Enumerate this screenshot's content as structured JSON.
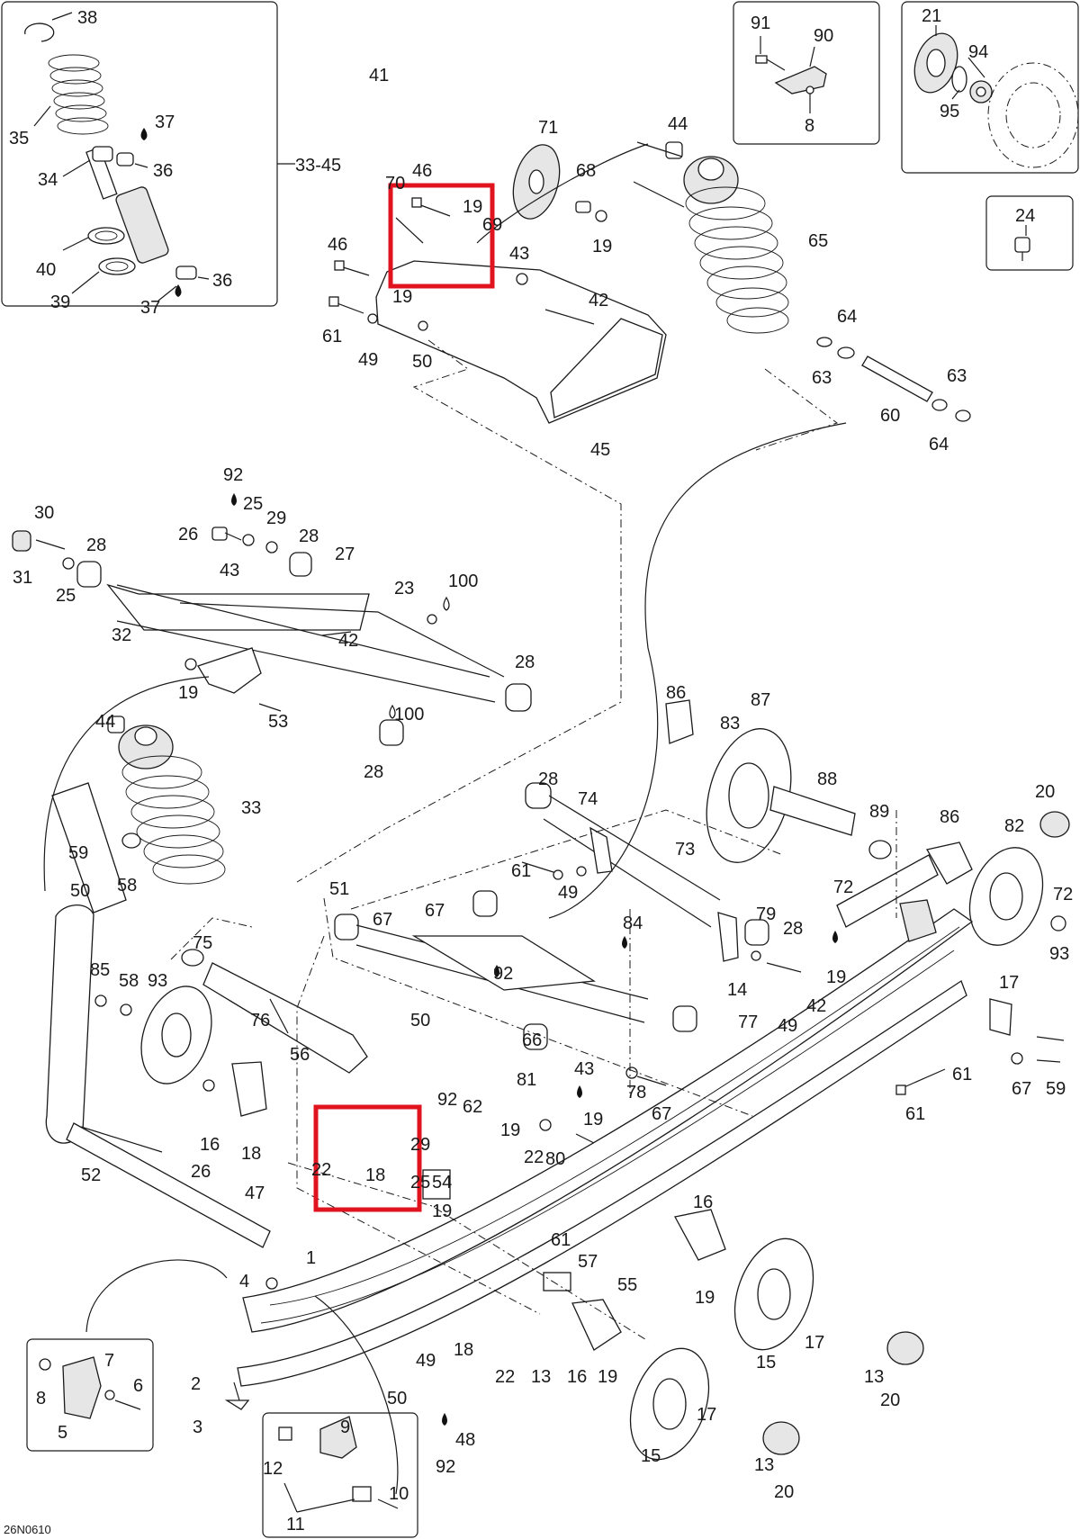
{
  "drawing_code": "26N0610",
  "colors": {
    "highlight": "#e0141e",
    "ink": "#1a1a1a"
  },
  "labels": [
    {
      "id": "l38",
      "text": "38"
    },
    {
      "id": "l41",
      "text": "41"
    },
    {
      "id": "l35",
      "text": "35"
    },
    {
      "id": "l37a",
      "text": "37"
    },
    {
      "id": "l34",
      "text": "34"
    },
    {
      "id": "l36a",
      "text": "36"
    },
    {
      "id": "l3345",
      "text": "33-45"
    },
    {
      "id": "l40",
      "text": "40"
    },
    {
      "id": "l39",
      "text": "39"
    },
    {
      "id": "l37b",
      "text": "37"
    },
    {
      "id": "l36b",
      "text": "36"
    },
    {
      "id": "l91",
      "text": "91"
    },
    {
      "id": "l90",
      "text": "90"
    },
    {
      "id": "l8a",
      "text": "8"
    },
    {
      "id": "l21",
      "text": "21"
    },
    {
      "id": "l94",
      "text": "94"
    },
    {
      "id": "l95",
      "text": "95"
    },
    {
      "id": "l24",
      "text": "24"
    },
    {
      "id": "l71",
      "text": "71"
    },
    {
      "id": "l44a",
      "text": "44"
    },
    {
      "id": "l68",
      "text": "68"
    },
    {
      "id": "l46a",
      "text": "46"
    },
    {
      "id": "l70",
      "text": "70"
    },
    {
      "id": "l19a",
      "text": "19"
    },
    {
      "id": "l69",
      "text": "69"
    },
    {
      "id": "l43a",
      "text": "43"
    },
    {
      "id": "l19b",
      "text": "19"
    },
    {
      "id": "l46b",
      "text": "46"
    },
    {
      "id": "l19c",
      "text": "19"
    },
    {
      "id": "l42a",
      "text": "42"
    },
    {
      "id": "l65",
      "text": "65"
    },
    {
      "id": "l61a",
      "text": "61"
    },
    {
      "id": "l49a",
      "text": "49"
    },
    {
      "id": "l50a",
      "text": "50"
    },
    {
      "id": "l64a",
      "text": "64"
    },
    {
      "id": "l63a",
      "text": "63"
    },
    {
      "id": "l63b",
      "text": "63"
    },
    {
      "id": "l60",
      "text": "60"
    },
    {
      "id": "l64b",
      "text": "64"
    },
    {
      "id": "l45",
      "text": "45"
    },
    {
      "id": "l92a",
      "text": "92"
    },
    {
      "id": "l25a",
      "text": "25"
    },
    {
      "id": "l30",
      "text": "30"
    },
    {
      "id": "l26a",
      "text": "26"
    },
    {
      "id": "l29a",
      "text": "29"
    },
    {
      "id": "l28a",
      "text": "28"
    },
    {
      "id": "l28b",
      "text": "28"
    },
    {
      "id": "l27",
      "text": "27"
    },
    {
      "id": "l31",
      "text": "31"
    },
    {
      "id": "l25b",
      "text": "25"
    },
    {
      "id": "l43b",
      "text": "43"
    },
    {
      "id": "l23",
      "text": "23"
    },
    {
      "id": "l100a",
      "text": "100"
    },
    {
      "id": "l32",
      "text": "32"
    },
    {
      "id": "l42b",
      "text": "42"
    },
    {
      "id": "l28c",
      "text": "28"
    },
    {
      "id": "l19d",
      "text": "19"
    },
    {
      "id": "l100b",
      "text": "100"
    },
    {
      "id": "l53",
      "text": "53"
    },
    {
      "id": "l44b",
      "text": "44"
    },
    {
      "id": "l28d",
      "text": "28"
    },
    {
      "id": "l86a",
      "text": "86"
    },
    {
      "id": "l87",
      "text": "87"
    },
    {
      "id": "l83",
      "text": "83"
    },
    {
      "id": "l33",
      "text": "33"
    },
    {
      "id": "l28e",
      "text": "28"
    },
    {
      "id": "l74",
      "text": "74"
    },
    {
      "id": "l88",
      "text": "88"
    },
    {
      "id": "l20a",
      "text": "20"
    },
    {
      "id": "l89",
      "text": "89"
    },
    {
      "id": "l86b",
      "text": "86"
    },
    {
      "id": "l82",
      "text": "82"
    },
    {
      "id": "l59a",
      "text": "59"
    },
    {
      "id": "l58a",
      "text": "58"
    },
    {
      "id": "l73",
      "text": "73"
    },
    {
      "id": "l61b",
      "text": "61"
    },
    {
      "id": "l49b",
      "text": "49"
    },
    {
      "id": "l50b",
      "text": "50"
    },
    {
      "id": "l51",
      "text": "51"
    },
    {
      "id": "l67a",
      "text": "67"
    },
    {
      "id": "l67b",
      "text": "67"
    },
    {
      "id": "l72a",
      "text": "72"
    },
    {
      "id": "l72b",
      "text": "72"
    },
    {
      "id": "l79",
      "text": "79"
    },
    {
      "id": "l84",
      "text": "84"
    },
    {
      "id": "l28f",
      "text": "28"
    },
    {
      "id": "l93a",
      "text": "93"
    },
    {
      "id": "l75",
      "text": "75"
    },
    {
      "id": "l92b",
      "text": "92"
    },
    {
      "id": "l85",
      "text": "85"
    },
    {
      "id": "l58b",
      "text": "58"
    },
    {
      "id": "l93b",
      "text": "93"
    },
    {
      "id": "l19e",
      "text": "19"
    },
    {
      "id": "l17a",
      "text": "17"
    },
    {
      "id": "l14",
      "text": "14"
    },
    {
      "id": "l42c",
      "text": "42"
    },
    {
      "id": "l77",
      "text": "77"
    },
    {
      "id": "l50c",
      "text": "50"
    },
    {
      "id": "l76",
      "text": "76"
    },
    {
      "id": "l49c",
      "text": "49"
    },
    {
      "id": "l66",
      "text": "66"
    },
    {
      "id": "l56",
      "text": "56"
    },
    {
      "id": "l61c",
      "text": "61"
    },
    {
      "id": "l67c",
      "text": "67"
    },
    {
      "id": "l59b",
      "text": "59"
    },
    {
      "id": "l81",
      "text": "81"
    },
    {
      "id": "l43c",
      "text": "43"
    },
    {
      "id": "l78",
      "text": "78"
    },
    {
      "id": "l67d",
      "text": "67"
    },
    {
      "id": "l92c",
      "text": "92"
    },
    {
      "id": "l62",
      "text": "62"
    },
    {
      "id": "l61d",
      "text": "61"
    },
    {
      "id": "l19f",
      "text": "19"
    },
    {
      "id": "l19g",
      "text": "19"
    },
    {
      "id": "l18a",
      "text": "18"
    },
    {
      "id": "l80",
      "text": "80"
    },
    {
      "id": "l29b",
      "text": "29"
    },
    {
      "id": "l26b",
      "text": "26"
    },
    {
      "id": "l16a",
      "text": "16"
    },
    {
      "id": "l22a",
      "text": "22"
    },
    {
      "id": "l25c",
      "text": "25"
    },
    {
      "id": "l19h",
      "text": "19"
    },
    {
      "id": "l52",
      "text": "52"
    },
    {
      "id": "l22b",
      "text": "22"
    },
    {
      "id": "l18b",
      "text": "18"
    },
    {
      "id": "l47",
      "text": "47"
    },
    {
      "id": "l54",
      "text": "54"
    },
    {
      "id": "l16b",
      "text": "16"
    },
    {
      "id": "l61e",
      "text": "61"
    },
    {
      "id": "l1",
      "text": "1"
    },
    {
      "id": "l57",
      "text": "57"
    },
    {
      "id": "l55",
      "text": "55"
    },
    {
      "id": "l4",
      "text": "4"
    },
    {
      "id": "l19i",
      "text": "19"
    },
    {
      "id": "l7",
      "text": "7"
    },
    {
      "id": "l6",
      "text": "6"
    },
    {
      "id": "l18c",
      "text": "18"
    },
    {
      "id": "l22c",
      "text": "22"
    },
    {
      "id": "l13a",
      "text": "13"
    },
    {
      "id": "l16c",
      "text": "16"
    },
    {
      "id": "l19j",
      "text": "19"
    },
    {
      "id": "l15a",
      "text": "15"
    },
    {
      "id": "l17b",
      "text": "17"
    },
    {
      "id": "l8b",
      "text": "8"
    },
    {
      "id": "l2",
      "text": "2"
    },
    {
      "id": "l49d",
      "text": "49"
    },
    {
      "id": "l50d",
      "text": "50"
    },
    {
      "id": "l13b",
      "text": "13"
    },
    {
      "id": "l20b",
      "text": "20"
    },
    {
      "id": "l5",
      "text": "5"
    },
    {
      "id": "l3",
      "text": "3"
    },
    {
      "id": "l9",
      "text": "9"
    },
    {
      "id": "l48",
      "text": "48"
    },
    {
      "id": "l15b",
      "text": "15"
    },
    {
      "id": "l17c",
      "text": "17"
    },
    {
      "id": "l92d",
      "text": "92"
    },
    {
      "id": "l12",
      "text": "12"
    },
    {
      "id": "l13c",
      "text": "13"
    },
    {
      "id": "l10",
      "text": "10"
    },
    {
      "id": "l20c",
      "text": "20"
    },
    {
      "id": "l11",
      "text": "11"
    }
  ]
}
